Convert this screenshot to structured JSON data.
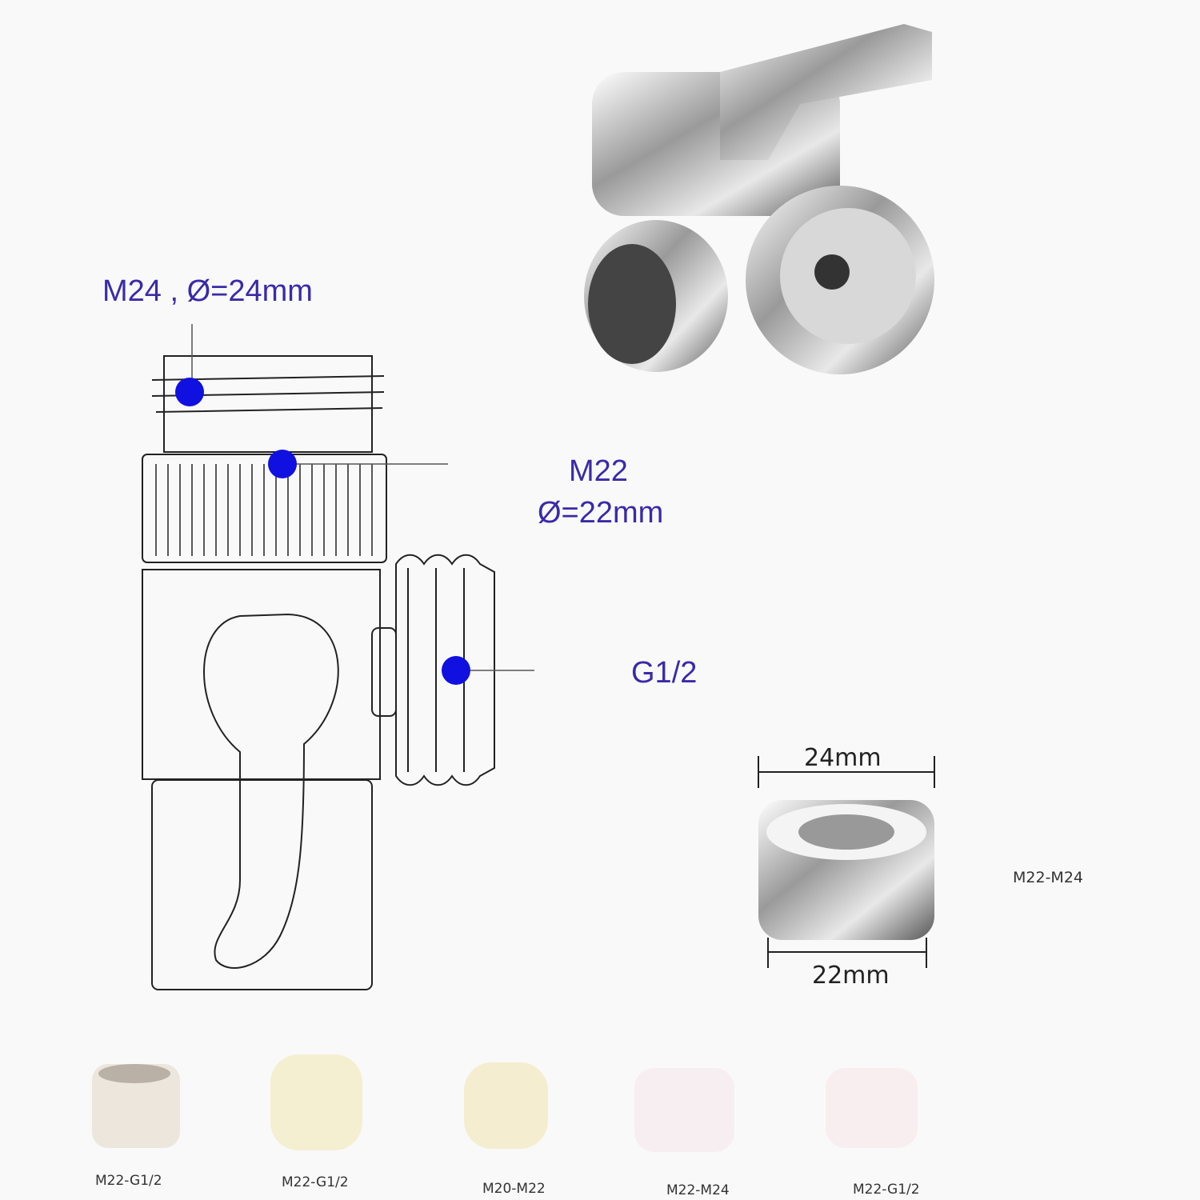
{
  "callouts": {
    "m24": "M24 , Ø=24mm",
    "m22_line1": "M22",
    "m22_line2": "Ø=22mm",
    "g12": "G1/2"
  },
  "adapter": {
    "top_dim": "24mm",
    "bottom_dim": "22mm",
    "name": "M22-M24"
  },
  "bottom_adapters": [
    {
      "label": "M22-G1/2",
      "color": "#ece6dc"
    },
    {
      "label": "M22-G1/2",
      "color": "#f5efd2"
    },
    {
      "label": "M20-M22",
      "color": "#f5edcf"
    },
    {
      "label": "M22-M24",
      "color": "#f7eef2"
    },
    {
      "label": "M22-G1/2",
      "color": "#f8eef0"
    }
  ],
  "colors": {
    "callout_text": "#3a2aa8",
    "marker": "#1010e0"
  }
}
